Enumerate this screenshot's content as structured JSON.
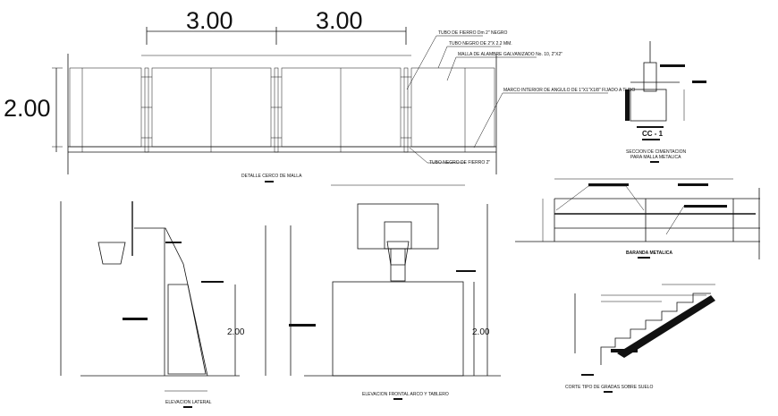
{
  "fence_detail": {
    "dim_span_1": "3.00",
    "dim_span_2": "3.00",
    "dim_height": "2.00",
    "labels": [
      "TUBO DE FIERRO Dm 2\" NEGRO",
      "TUBO NEGRO DE 2\"X 2.2 MM.",
      "MALLA DE ALAMBRE GALVANIZADO No. 10, 2\"X2\"",
      "MARCO INTERIOR DE ANGULO DE 1\"X1\"X1/8\" FIJADO A TUBO",
      "TUBO NEGRO DE FIERRO 2\""
    ],
    "title": "DETALLE CERCO DE MALLA"
  },
  "foundation": {
    "tag": "CC - 1",
    "title_line1": "SECCION DE CIMENTACION",
    "title_line2": "PARA MALLA METALICA"
  },
  "railing": {
    "title": "BARANDA METALICA"
  },
  "side_elevation": {
    "dim_height": "2.00",
    "title": "ELEVACION LATERAL"
  },
  "front_elevation": {
    "dim_height": "2.00",
    "title": "ELEVACION FRONTAL ARCO Y TABLERO"
  },
  "stairs": {
    "title": "CORTE TIPO DE GRADAS SOBRE SUELO"
  },
  "colors": {
    "ink": "#111111",
    "background": "#ffffff"
  }
}
